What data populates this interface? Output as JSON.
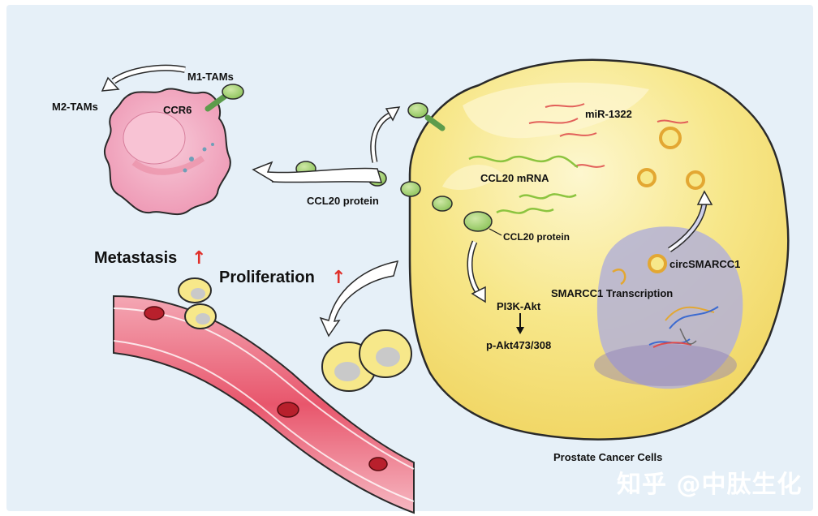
{
  "labels": {
    "m1_tams": "M1-TAMs",
    "m2_tams": "M2-TAMs",
    "ccr6": "CCR6",
    "mir1322": "miR-1322",
    "ccl20_mrna": "CCL20 mRNA",
    "ccl20_protein_outside": "CCL20 protein",
    "ccl20_protein_inside": "CCL20 protein",
    "pi3k_akt": "PI3K-Akt",
    "p_akt": "p-Akt473/308",
    "circsmarcc1": "circSMARCC1",
    "smarcc1_transcription": "SMARCC1 Transcription",
    "metastasis": "Metastasis",
    "proliferation": "Proliferation",
    "prostate_cancer_cells": "Prostate Cancer Cells",
    "up_arrow": "↑"
  },
  "watermark": "知乎 @中肽生化",
  "colors": {
    "background": "#e6f0f8",
    "cancer_cell": "#f7e88a",
    "cancer_cell_light": "#fbf3c0",
    "nucleus": "#b7b5d8",
    "macrophage": "#f2a8c0",
    "protein": "#9fce6e",
    "mrna": "#8cc43f",
    "mirna": "#e2605a",
    "circrna": "#e3a732",
    "vessel": "#e45a6e",
    "arrow_red": "#e0302a"
  }
}
